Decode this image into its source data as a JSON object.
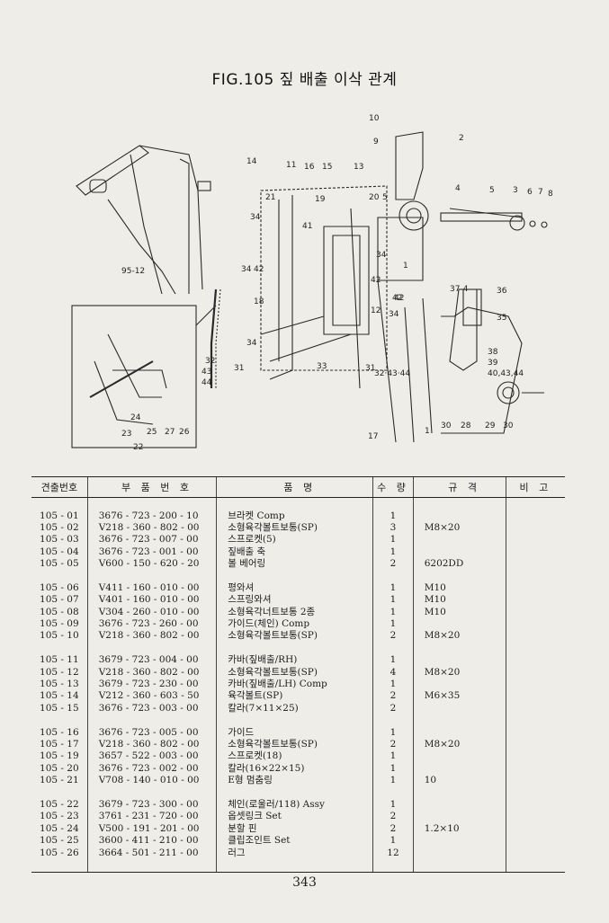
{
  "title": "FIG.105 짚 배출 이삭 관계",
  "diagram": {
    "callouts": [
      "10",
      "9",
      "2",
      "14",
      "11",
      "16",
      "15",
      "13",
      "21",
      "19",
      "20",
      "5",
      "4",
      "5",
      "3",
      "6",
      "7",
      "8",
      "34",
      "41",
      "95-12",
      "34",
      "42",
      "42",
      "37-4",
      "36",
      "42",
      "18",
      "12",
      "34",
      "35",
      "32",
      "34",
      "31",
      "33",
      "31",
      "32·43·44",
      "38",
      "39",
      "40,43,44",
      "43",
      "44",
      "24",
      "23",
      "25",
      "27",
      "26",
      "22",
      "30",
      "28",
      "29",
      "30",
      "17",
      "1",
      "1",
      "34",
      "42"
    ]
  },
  "table": {
    "headers": [
      "견출번호",
      "부 품 번 호",
      "품 명",
      "수 량",
      "규 격",
      "비 고"
    ],
    "groups": [
      [
        {
          "no": "105 - 01",
          "part": "3676 - 723 - 200 - 10",
          "name": "브라켓 Comp",
          "qty": "1",
          "spec": ""
        },
        {
          "no": "105 - 02",
          "part": "V218 - 360 - 802 - 00",
          "name": "소형육각볼트보통(SP)",
          "qty": "3",
          "spec": "M8×20"
        },
        {
          "no": "105 - 03",
          "part": "3676 - 723 - 007 - 00",
          "name": "스프로켓(5)",
          "qty": "1",
          "spec": ""
        },
        {
          "no": "105 - 04",
          "part": "3676 - 723 - 001 - 00",
          "name": "짚배출 축",
          "qty": "1",
          "spec": ""
        },
        {
          "no": "105 - 05",
          "part": "V600 - 150 - 620 - 20",
          "name": "볼 베어링",
          "qty": "2",
          "spec": "6202DD"
        }
      ],
      [
        {
          "no": "105 - 06",
          "part": "V411 - 160 - 010 - 00",
          "name": "평와셔",
          "qty": "1",
          "spec": "M10"
        },
        {
          "no": "105 - 07",
          "part": "V401 - 160 - 010 - 00",
          "name": "스프링와셔",
          "qty": "1",
          "spec": "M10"
        },
        {
          "no": "105 - 08",
          "part": "V304 - 260 - 010 - 00",
          "name": "소형육각너트보통 2종",
          "qty": "1",
          "spec": "M10"
        },
        {
          "no": "105 - 09",
          "part": "3676 - 723 - 260 - 00",
          "name": "가이드(체인) Comp",
          "qty": "1",
          "spec": ""
        },
        {
          "no": "105 - 10",
          "part": "V218 - 360 - 802 - 00",
          "name": "소형육각볼트보통(SP)",
          "qty": "2",
          "spec": "M8×20"
        }
      ],
      [
        {
          "no": "105 - 11",
          "part": "3679 - 723 - 004 - 00",
          "name": "카바(짚배출/RH)",
          "qty": "1",
          "spec": ""
        },
        {
          "no": "105 - 12",
          "part": "V218 - 360 - 802 - 00",
          "name": "소형육각볼트보통(SP)",
          "qty": "4",
          "spec": "M8×20"
        },
        {
          "no": "105 - 13",
          "part": "3679 - 723 - 230 - 00",
          "name": "카바(짚배출/LH) Comp",
          "qty": "1",
          "spec": ""
        },
        {
          "no": "105 - 14",
          "part": "V212 - 360 - 603 - 50",
          "name": "육각볼트(SP)",
          "qty": "2",
          "spec": "M6×35"
        },
        {
          "no": "105 - 15",
          "part": "3676 - 723 - 003 - 00",
          "name": "칼라(7×11×25)",
          "qty": "2",
          "spec": ""
        }
      ],
      [
        {
          "no": "105 - 16",
          "part": "3676 - 723 - 005 - 00",
          "name": "가이드",
          "qty": "1",
          "spec": ""
        },
        {
          "no": "105 - 17",
          "part": "V218 - 360 - 802 - 00",
          "name": "소형육각볼트보통(SP)",
          "qty": "2",
          "spec": "M8×20"
        },
        {
          "no": "105 - 19",
          "part": "3657 - 522 - 003 - 00",
          "name": "스프로켓(18)",
          "qty": "1",
          "spec": ""
        },
        {
          "no": "105 - 20",
          "part": "3676 - 723 - 002 - 00",
          "name": "칼라(16×22×15)",
          "qty": "1",
          "spec": ""
        },
        {
          "no": "105 - 21",
          "part": "V708 - 140 - 010 - 00",
          "name": "E형 멈춤링",
          "qty": "1",
          "spec": "10"
        }
      ],
      [
        {
          "no": "105 - 22",
          "part": "3679 - 723 - 300 - 00",
          "name": "체인(로울러/118) Assy",
          "qty": "1",
          "spec": ""
        },
        {
          "no": "105 - 23",
          "part": "3761 - 231 - 720 - 00",
          "name": "옵셋링크 Set",
          "qty": "2",
          "spec": ""
        },
        {
          "no": "105 - 24",
          "part": "V500 - 191 - 201 - 00",
          "name": "분할 핀",
          "qty": "2",
          "spec": "1.2×10"
        },
        {
          "no": "105 - 25",
          "part": "3600 - 411 - 210 - 00",
          "name": "클립조인트 Set",
          "qty": "1",
          "spec": ""
        },
        {
          "no": "105 - 26",
          "part": "3664 - 501 - 211 - 00",
          "name": "러그",
          "qty": "12",
          "spec": ""
        }
      ]
    ]
  },
  "page_number": "343"
}
